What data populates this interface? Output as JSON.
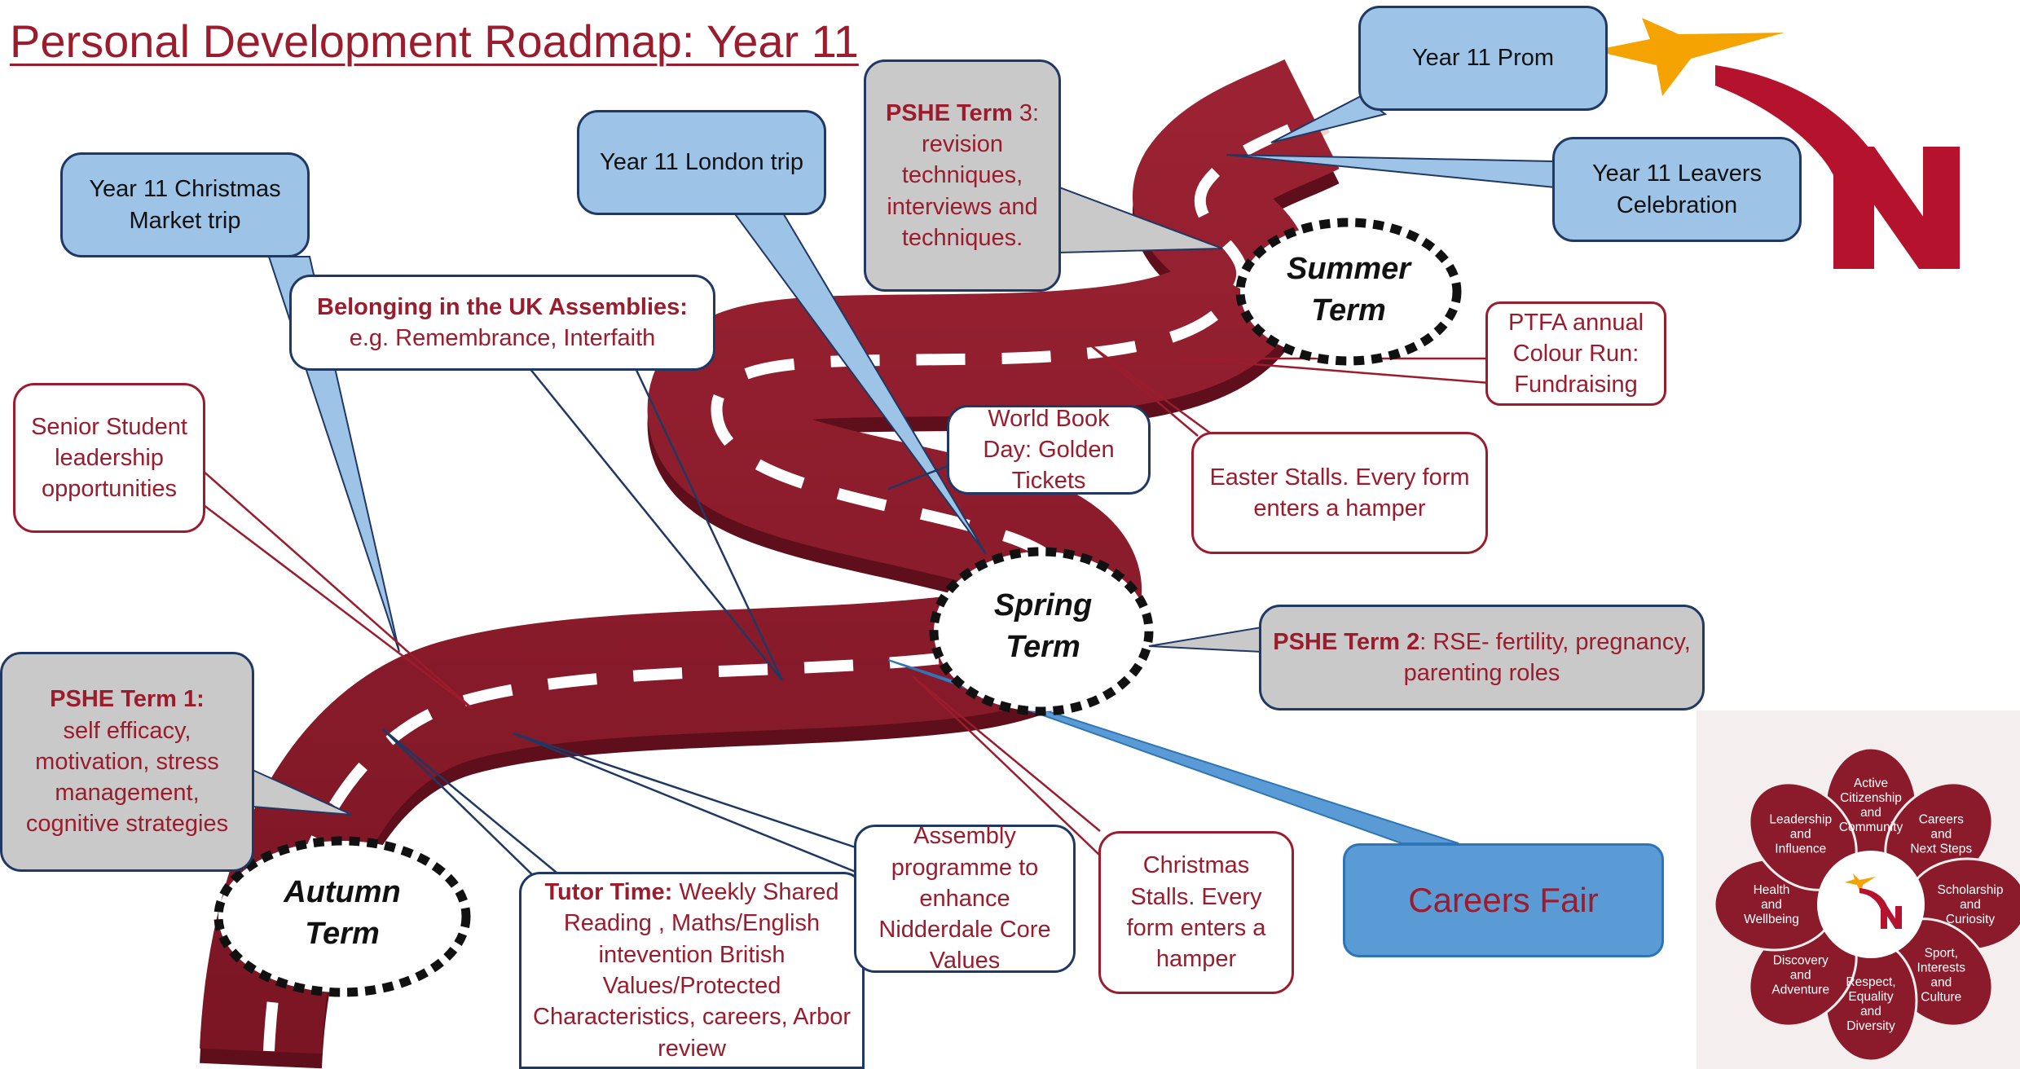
{
  "title": "Personal Development Roadmap: Year 11",
  "terms": {
    "autumn": [
      "Autumn",
      "Term"
    ],
    "spring": [
      "Spring",
      "Term"
    ],
    "summer": [
      "Summer",
      "Term"
    ]
  },
  "callouts": {
    "christmas_market": "Year 11 Christmas Market trip",
    "london_trip": "Year 11 London trip",
    "prom": "Year 11 Prom",
    "leavers": "Year 11 Leavers Celebration",
    "pshe3_head": "PSHE Term",
    "pshe3_num": " 3:",
    "pshe3_body": "revision techniques, interviews and techniques.",
    "belonging_head": "Belonging in the UK Assemblies:",
    "belonging_body": "e.g. Remembrance, Interfaith",
    "senior": "Senior Student leadership opportunities",
    "world_book": "World Book Day: Golden Tickets",
    "ptfa": "PTFA annual Colour Run: Fundraising",
    "easter": "Easter Stalls. Every form enters a hamper",
    "pshe1_head": "PSHE Term 1:",
    "pshe1_body": "self efficacy, motivation, stress management, cognitive strategies",
    "pshe2_head": "PSHE Term 2",
    "pshe2_body": ": RSE- fertility, pregnancy, parenting roles",
    "tutor_head": "Tutor Time:",
    "tutor_body": " Weekly Shared Reading , Maths/English intevention British Values/Protected Characteristics, careers, Arbor review",
    "assembly": "Assembly programme to enhance Nidderdale Core Values",
    "christmas_stalls": "Christmas Stalls. Every form enters a hamper",
    "careers_fair": "Careers Fair"
  },
  "flower": {
    "petals": [
      [
        "Active",
        "Citizenship",
        "and",
        "Community"
      ],
      [
        "Careers",
        "and",
        "Next Steps"
      ],
      [
        "Scholarship",
        "and",
        "Curiosity"
      ],
      [
        "Sport,",
        "Interests",
        "and",
        "Culture"
      ],
      [
        "Respect,",
        "Equality",
        "and",
        "Diversity"
      ],
      [
        "Discovery",
        "and",
        "Adventure"
      ],
      [
        "Health",
        "and",
        "Wellbeing"
      ],
      [
        "Leadership",
        "and",
        "Influence"
      ]
    ]
  },
  "colors": {
    "road": "#8b1a2b",
    "road_dark": "#5e0f1b",
    "brand_red": "#9b1c2c",
    "callout_blue": "#9dc3e6",
    "star": "#f4a300"
  },
  "icons": {
    "logo": "nidderdale-n-star-logo",
    "flower_center": "nidderdale-n-star-logo"
  }
}
